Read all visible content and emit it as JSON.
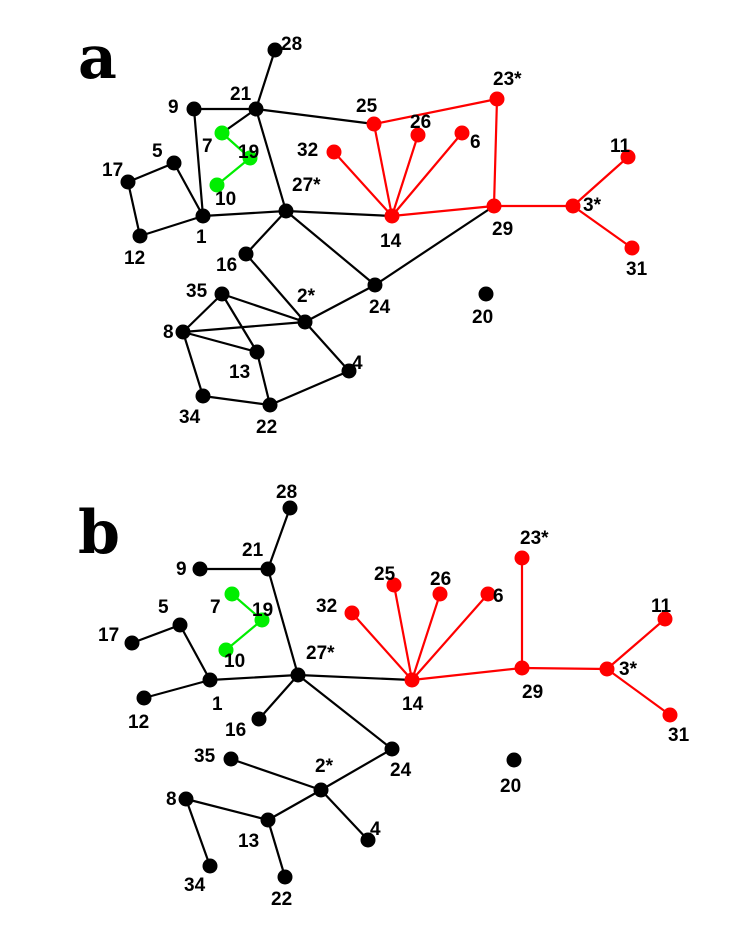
{
  "colors": {
    "background": "#ffffff",
    "default": "#000000",
    "red": "#ff0000",
    "green": "#00ee00"
  },
  "panels": [
    {
      "id": "a",
      "label": "a",
      "nodes": [
        {
          "id": "1",
          "label": "1",
          "color": "default"
        },
        {
          "id": "2",
          "label": "2*",
          "color": "default"
        },
        {
          "id": "3",
          "label": "3*",
          "color": "red"
        },
        {
          "id": "4",
          "label": "4",
          "color": "default"
        },
        {
          "id": "5",
          "label": "5",
          "color": "default"
        },
        {
          "id": "6",
          "label": "6",
          "color": "red"
        },
        {
          "id": "7",
          "label": "7",
          "color": "green"
        },
        {
          "id": "8",
          "label": "8",
          "color": "default"
        },
        {
          "id": "9",
          "label": "9",
          "color": "default"
        },
        {
          "id": "10",
          "label": "10",
          "color": "green"
        },
        {
          "id": "11",
          "label": "11",
          "color": "red"
        },
        {
          "id": "12",
          "label": "12",
          "color": "default"
        },
        {
          "id": "13",
          "label": "13",
          "color": "default"
        },
        {
          "id": "14",
          "label": "14",
          "color": "red"
        },
        {
          "id": "16",
          "label": "16",
          "color": "default"
        },
        {
          "id": "17",
          "label": "17",
          "color": "default"
        },
        {
          "id": "19",
          "label": "19",
          "color": "green"
        },
        {
          "id": "20",
          "label": "20",
          "color": "default"
        },
        {
          "id": "21",
          "label": "21",
          "color": "default"
        },
        {
          "id": "22",
          "label": "22",
          "color": "default"
        },
        {
          "id": "23",
          "label": "23*",
          "color": "red"
        },
        {
          "id": "24",
          "label": "24",
          "color": "default"
        },
        {
          "id": "25",
          "label": "25",
          "color": "red"
        },
        {
          "id": "26",
          "label": "26",
          "color": "red"
        },
        {
          "id": "27",
          "label": "27*",
          "color": "default"
        },
        {
          "id": "28",
          "label": "28",
          "color": "default"
        },
        {
          "id": "29",
          "label": "29",
          "color": "red"
        },
        {
          "id": "31",
          "label": "31",
          "color": "red"
        },
        {
          "id": "32",
          "label": "32",
          "color": "red"
        },
        {
          "id": "34",
          "label": "34",
          "color": "default"
        },
        {
          "id": "35",
          "label": "35",
          "color": "default"
        }
      ],
      "edges": [
        [
          "17",
          "5",
          "default"
        ],
        [
          "17",
          "12",
          "default"
        ],
        [
          "5",
          "1",
          "default"
        ],
        [
          "12",
          "1",
          "default"
        ],
        [
          "9",
          "1",
          "default"
        ],
        [
          "9",
          "21",
          "default"
        ],
        [
          "21",
          "28",
          "default"
        ],
        [
          "21",
          "7",
          "default"
        ],
        [
          "21",
          "25",
          "default"
        ],
        [
          "21",
          "27",
          "default"
        ],
        [
          "1",
          "27",
          "default"
        ],
        [
          "27",
          "14",
          "default"
        ],
        [
          "27",
          "16",
          "default"
        ],
        [
          "27",
          "24",
          "default"
        ],
        [
          "16",
          "2",
          "default"
        ],
        [
          "24",
          "2",
          "default"
        ],
        [
          "24",
          "29",
          "default"
        ],
        [
          "35",
          "8",
          "default"
        ],
        [
          "35",
          "2",
          "default"
        ],
        [
          "35",
          "13",
          "default"
        ],
        [
          "8",
          "2",
          "default"
        ],
        [
          "8",
          "13",
          "default"
        ],
        [
          "8",
          "34",
          "default"
        ],
        [
          "34",
          "22",
          "default"
        ],
        [
          "13",
          "22",
          "default"
        ],
        [
          "2",
          "4",
          "default"
        ],
        [
          "4",
          "22",
          "default"
        ],
        [
          "7",
          "19",
          "green"
        ],
        [
          "19",
          "10",
          "green"
        ],
        [
          "25",
          "14",
          "red"
        ],
        [
          "25",
          "23",
          "red"
        ],
        [
          "26",
          "14",
          "red"
        ],
        [
          "6",
          "14",
          "red"
        ],
        [
          "32",
          "14",
          "red"
        ],
        [
          "14",
          "29",
          "red"
        ],
        [
          "23",
          "29",
          "red"
        ],
        [
          "29",
          "3",
          "red"
        ],
        [
          "3",
          "11",
          "red"
        ],
        [
          "3",
          "31",
          "red"
        ]
      ]
    },
    {
      "id": "b",
      "label": "b",
      "nodes": [
        {
          "id": "1",
          "label": "1",
          "color": "default"
        },
        {
          "id": "2",
          "label": "2*",
          "color": "default"
        },
        {
          "id": "3",
          "label": "3*",
          "color": "red"
        },
        {
          "id": "4",
          "label": "4",
          "color": "default"
        },
        {
          "id": "5",
          "label": "5",
          "color": "default"
        },
        {
          "id": "6",
          "label": "6",
          "color": "red"
        },
        {
          "id": "7",
          "label": "7",
          "color": "green"
        },
        {
          "id": "8",
          "label": "8",
          "color": "default"
        },
        {
          "id": "9",
          "label": "9",
          "color": "default"
        },
        {
          "id": "10",
          "label": "10",
          "color": "green"
        },
        {
          "id": "11",
          "label": "11",
          "color": "red"
        },
        {
          "id": "12",
          "label": "12",
          "color": "default"
        },
        {
          "id": "13",
          "label": "13",
          "color": "default"
        },
        {
          "id": "14",
          "label": "14",
          "color": "red"
        },
        {
          "id": "16",
          "label": "16",
          "color": "default"
        },
        {
          "id": "17",
          "label": "17",
          "color": "default"
        },
        {
          "id": "19",
          "label": "19",
          "color": "green"
        },
        {
          "id": "20",
          "label": "20",
          "color": "default"
        },
        {
          "id": "21",
          "label": "21",
          "color": "default"
        },
        {
          "id": "22",
          "label": "22",
          "color": "default"
        },
        {
          "id": "23",
          "label": "23*",
          "color": "red"
        },
        {
          "id": "24",
          "label": "24",
          "color": "default"
        },
        {
          "id": "25",
          "label": "25",
          "color": "red"
        },
        {
          "id": "26",
          "label": "26",
          "color": "red"
        },
        {
          "id": "27",
          "label": "27*",
          "color": "default"
        },
        {
          "id": "28",
          "label": "28",
          "color": "default"
        },
        {
          "id": "29",
          "label": "29",
          "color": "red"
        },
        {
          "id": "31",
          "label": "31",
          "color": "red"
        },
        {
          "id": "32",
          "label": "32",
          "color": "red"
        },
        {
          "id": "34",
          "label": "34",
          "color": "default"
        },
        {
          "id": "35",
          "label": "35",
          "color": "default"
        }
      ],
      "edges": [
        [
          "17",
          "5",
          "default"
        ],
        [
          "5",
          "1",
          "default"
        ],
        [
          "12",
          "1",
          "default"
        ],
        [
          "1",
          "27",
          "default"
        ],
        [
          "9",
          "21",
          "default"
        ],
        [
          "21",
          "28",
          "default"
        ],
        [
          "21",
          "27",
          "default"
        ],
        [
          "27",
          "16",
          "default"
        ],
        [
          "27",
          "24",
          "default"
        ],
        [
          "27",
          "14",
          "default"
        ],
        [
          "24",
          "2",
          "default"
        ],
        [
          "35",
          "2",
          "default"
        ],
        [
          "2",
          "13",
          "default"
        ],
        [
          "2",
          "4",
          "default"
        ],
        [
          "8",
          "13",
          "default"
        ],
        [
          "8",
          "34",
          "default"
        ],
        [
          "13",
          "22",
          "default"
        ],
        [
          "7",
          "19",
          "green"
        ],
        [
          "19",
          "10",
          "green"
        ],
        [
          "32",
          "14",
          "red"
        ],
        [
          "25",
          "14",
          "red"
        ],
        [
          "26",
          "14",
          "red"
        ],
        [
          "6",
          "14",
          "red"
        ],
        [
          "14",
          "29",
          "red"
        ],
        [
          "23",
          "29",
          "red"
        ],
        [
          "29",
          "3",
          "red"
        ],
        [
          "3",
          "11",
          "red"
        ],
        [
          "3",
          "31",
          "red"
        ]
      ]
    }
  ]
}
